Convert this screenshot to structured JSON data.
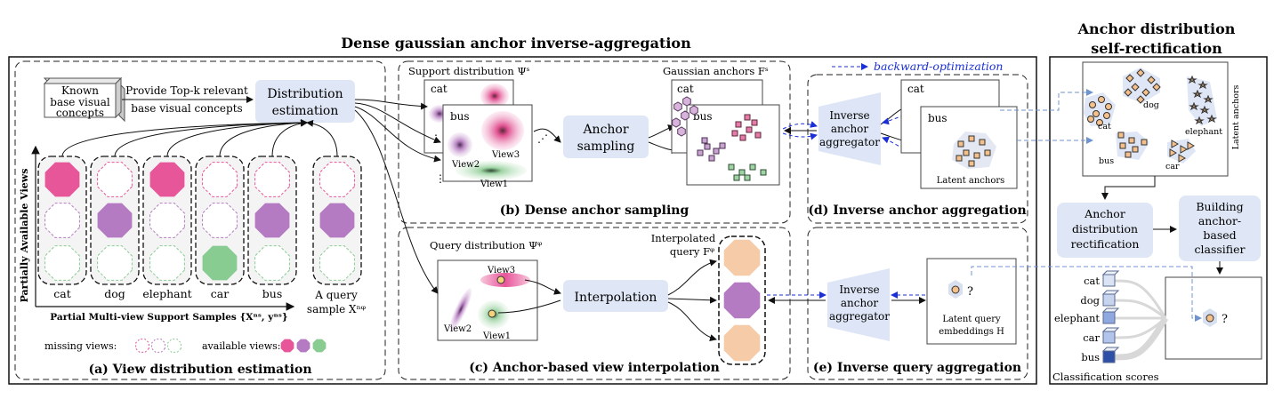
{
  "main_title": "Dense gaussian anchor inverse-aggregation",
  "right_title_line1": "Anchor distribution",
  "right_title_line2": "self-rectification",
  "backward_label": "backward-optimization",
  "panel_a": {
    "caption": "(a) View distribution estimation",
    "known_concepts_lines": [
      "Known",
      "base visual",
      "concepts"
    ],
    "provide_line1": "Provide Top-k relevant",
    "provide_line2": "base visual concepts",
    "distribution_line1": "Distribution",
    "distribution_line2": "estimation",
    "y_axis_label": "Partially Available Views",
    "x_axis_label": "Partial Multi-view Support Samples {Xⁿˢ, yⁿˢ}",
    "categories": [
      "cat",
      "dog",
      "elephant",
      "car",
      "bus"
    ],
    "query_line1": "A query",
    "query_line2": "sample Xⁿᵠ",
    "missing_views": "missing views:",
    "available_views": "available views:",
    "colors": {
      "pink": "#e8569a",
      "purple": "#b57bc2",
      "green": "#88cc92"
    }
  },
  "panel_b": {
    "caption": "(b) Dense anchor sampling",
    "support_label": "Support distribution Ψˢ",
    "gaussian_label": "Gaussian anchors Fˢ",
    "cat": "cat",
    "bus": "bus",
    "view1": "View1",
    "view2": "View2",
    "view3": "View3",
    "anchor_line1": "Anchor",
    "anchor_line2": "sampling"
  },
  "panel_c": {
    "caption": "(c) Anchor-based view interpolation",
    "query_label": "Query distribution Ψᵠ",
    "interp_line1": "Interpolated",
    "interp_line2": "query Fᵠ",
    "interpolation": "Interpolation",
    "view1": "View1",
    "view2": "View2",
    "view3": "View3"
  },
  "panel_d": {
    "caption": "(d) Inverse anchor aggregation",
    "agg_lines": [
      "Inverse",
      "anchor",
      "aggregator"
    ],
    "cat": "cat",
    "bus": "bus",
    "latent_anchors": "Latent anchors"
  },
  "panel_e": {
    "caption": "(e) Inverse query aggregation",
    "agg_lines": [
      "Inverse",
      "anchor",
      "aggregator"
    ],
    "latent_query_line1": "Latent query",
    "latent_query_line2": "embeddings H",
    "question": "?"
  },
  "right_panel": {
    "latent_anchors": "Latent anchors",
    "cat": "cat",
    "dog": "dog",
    "elephant": "elephant",
    "bus": "bus",
    "car": "car",
    "rect_lines": [
      "Anchor",
      "distribution",
      "rectification"
    ],
    "build_lines": [
      "Building",
      "anchor-",
      "based",
      "classifier"
    ],
    "score_labels": [
      "cat",
      "dog",
      "elephant",
      "car",
      "bus"
    ],
    "classification_scores": "Classification scores",
    "question": "?"
  }
}
